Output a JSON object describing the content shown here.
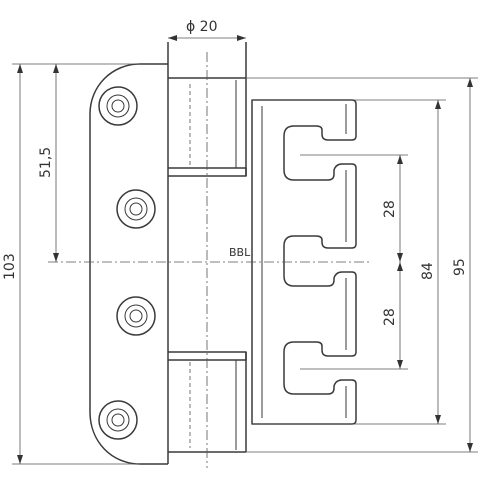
{
  "drawing": {
    "dimensions": {
      "pin_diameter": "ϕ 20",
      "overall_height": "103",
      "height_to_axis": "51,5",
      "slot_pitch_upper": "28",
      "slot_pitch_lower": "28",
      "slot_span": "84",
      "bracket_height": "95"
    },
    "reference_line_label": "BBL"
  }
}
